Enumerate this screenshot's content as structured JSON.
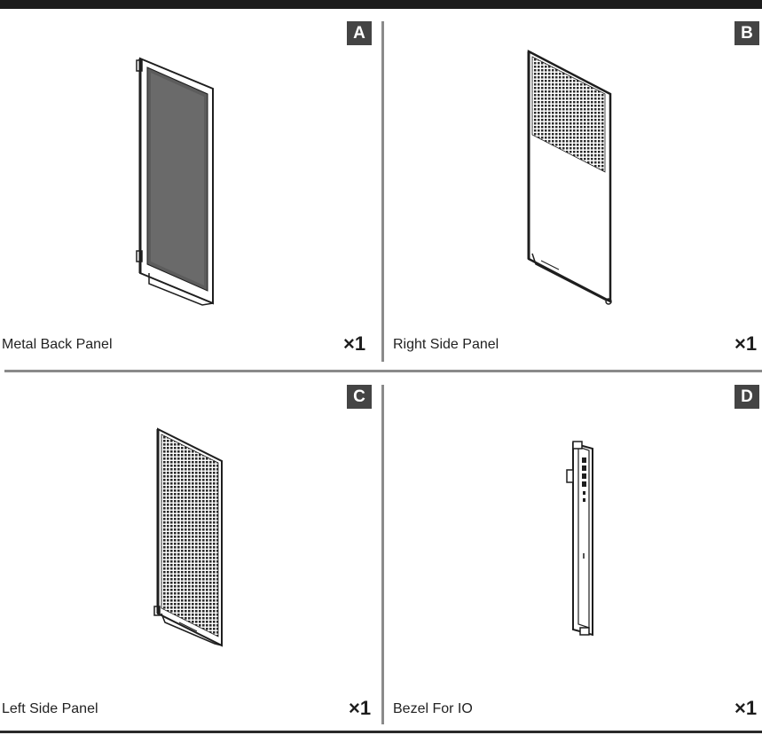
{
  "parts": [
    {
      "letter": "A",
      "name": "Metal Back Panel",
      "qty": "×1",
      "icon": "metal-back-panel-icon"
    },
    {
      "letter": "B",
      "name": "Right Side Panel",
      "qty": "×1",
      "icon": "right-side-panel-icon"
    },
    {
      "letter": "C",
      "name": "Left Side Panel",
      "qty": "×1",
      "icon": "left-side-panel-icon"
    },
    {
      "letter": "D",
      "name": "Bezel For IO",
      "qty": "×1",
      "icon": "bezel-io-icon"
    }
  ],
  "colors": {
    "badge": "#444444",
    "divider": "#8a8a8a",
    "topbar": "#1c1c1c"
  }
}
